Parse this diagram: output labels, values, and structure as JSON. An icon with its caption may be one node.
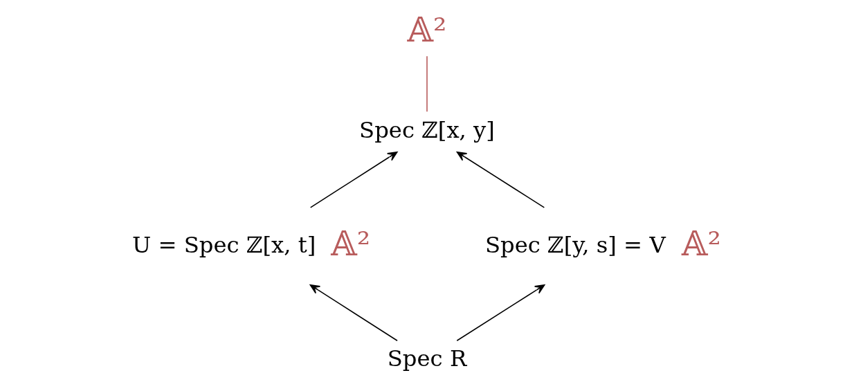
{
  "diagram": {
    "nodes": [
      {
        "text": [
          "Spec ℤ[x, y]"
        ]
      },
      {
        "text": [
          "U = Spec ℤ[x, t]"
        ],
        "beside": [
          "𝔸²"
        ]
      },
      {
        "text": [
          "Spec ℤ[y, s] = V"
        ],
        "beside": [
          "𝔸²"
        ]
      },
      {
        "text": [
          "Spec R"
        ]
      },
      {
        "text": [
          "𝔸²"
        ]
      }
    ],
    "edges": [
      {
        "from": 1,
        "to": 0,
        "arrow": "to"
      },
      {
        "from": 2,
        "to": 0,
        "arrow": "to"
      },
      {
        "from": 3,
        "to": 1,
        "arrow": "to"
      },
      {
        "from": 3,
        "to": 2,
        "arrow": "to"
      },
      {
        "from": 0,
        "to": 4,
        "arrow": "none",
        "color": "#b85c5c"
      }
    ]
  }
}
